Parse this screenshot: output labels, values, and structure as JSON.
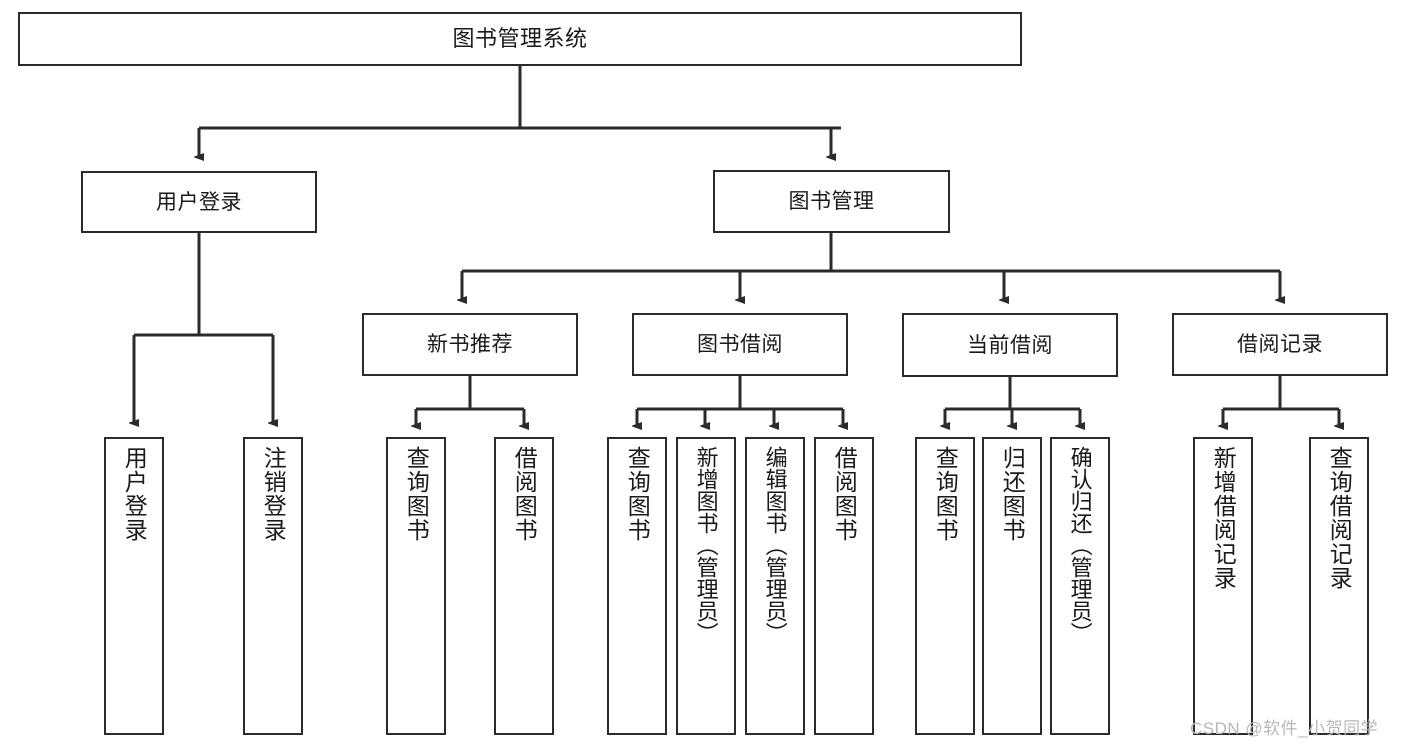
{
  "diagram": {
    "type": "tree-hierarchy",
    "title": "图书管理系统",
    "root": {
      "label": "图书管理系统"
    },
    "level1": [
      {
        "label": "用户登录"
      },
      {
        "label": "图书管理"
      }
    ],
    "level2": [
      {
        "label": "新书推荐",
        "parent": "图书管理"
      },
      {
        "label": "图书借阅",
        "parent": "图书管理"
      },
      {
        "label": "当前借阅",
        "parent": "图书管理"
      },
      {
        "label": "借阅记录",
        "parent": "图书管理"
      }
    ],
    "leaves": {
      "user_login": [
        {
          "label": "用户登录"
        },
        {
          "label": "注销登录"
        }
      ],
      "new_book_recommend": [
        {
          "label": "查询图书"
        },
        {
          "label": "借阅图书"
        }
      ],
      "book_borrow": [
        {
          "label": "查询图书"
        },
        {
          "label": "新增图书（管理员）"
        },
        {
          "label": "编辑图书（管理员）"
        },
        {
          "label": "借阅图书"
        }
      ],
      "current_borrow": [
        {
          "label": "查询图书"
        },
        {
          "label": "归还图书"
        },
        {
          "label": "确认归还（管理员）"
        }
      ],
      "borrow_record": [
        {
          "label": "新增借阅记录"
        },
        {
          "label": "查询借阅记录"
        }
      ]
    },
    "watermark": "CSDN @软件_小贺同学",
    "colors": {
      "stroke": "#2b2b2b",
      "fill": "#ffffff",
      "text": "#1a1a1a",
      "watermark": "#b8b8b8"
    }
  }
}
